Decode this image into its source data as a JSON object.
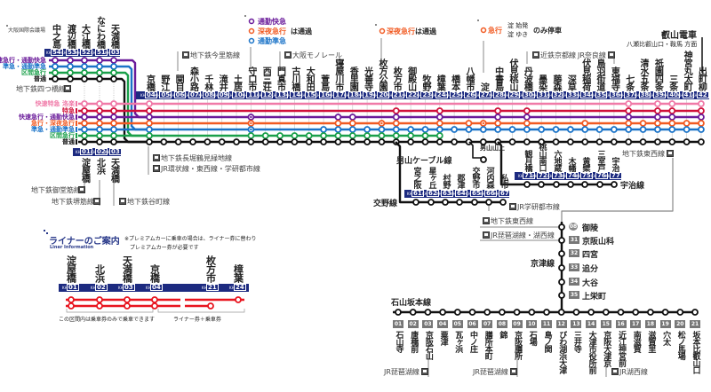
{
  "main_line": {
    "prefix": "KH",
    "stations": [
      {
        "no": "01",
        "name": "淀屋橋"
      },
      {
        "no": "02",
        "name": "北浜"
      },
      {
        "no": "03",
        "name": "天満橋"
      },
      {
        "no": "04",
        "name": "京橋"
      },
      {
        "no": "05",
        "name": "野江"
      },
      {
        "no": "06",
        "name": "関目"
      },
      {
        "no": "07",
        "name": "森小路"
      },
      {
        "no": "08",
        "name": "千林"
      },
      {
        "no": "09",
        "name": "滝井"
      },
      {
        "no": "10",
        "name": "土居"
      },
      {
        "no": "11",
        "name": "守口市"
      },
      {
        "no": "12",
        "name": "西三荘"
      },
      {
        "no": "13",
        "name": "門真市"
      },
      {
        "no": "14",
        "name": "古川橋"
      },
      {
        "no": "15",
        "name": "大和田"
      },
      {
        "no": "16",
        "name": "萱島"
      },
      {
        "no": "17",
        "name": "寝屋川市"
      },
      {
        "no": "18",
        "name": "香里園"
      },
      {
        "no": "19",
        "name": "光善寺"
      },
      {
        "no": "20",
        "name": "枚方公園"
      },
      {
        "no": "21",
        "name": "枚方市"
      },
      {
        "no": "22",
        "name": "御殿山"
      },
      {
        "no": "23",
        "name": "牧野"
      },
      {
        "no": "24",
        "name": "樟葉"
      },
      {
        "no": "25",
        "name": "橋本"
      },
      {
        "no": "26",
        "name": "八幡市"
      },
      {
        "no": "27",
        "name": "淀"
      },
      {
        "no": "28",
        "name": "中書島"
      },
      {
        "no": "29",
        "name": "伏見桃山"
      },
      {
        "no": "30",
        "name": "丹波橋"
      },
      {
        "no": "31",
        "name": "墨染"
      },
      {
        "no": "32",
        "name": "藤森"
      },
      {
        "no": "33",
        "name": "深草"
      },
      {
        "no": "34",
        "name": "伏見稲荷"
      },
      {
        "no": "35",
        "name": "鳥羽街道"
      },
      {
        "no": "36",
        "name": "東福寺"
      },
      {
        "no": "37",
        "name": "七条"
      },
      {
        "no": "38",
        "name": "清水五条"
      },
      {
        "no": "39",
        "name": "祇園四条"
      },
      {
        "no": "40",
        "name": "三条"
      },
      {
        "no": "41",
        "name": "神宮丸太町"
      },
      {
        "no": "42",
        "name": "出町柳"
      }
    ]
  },
  "nakanoshima_line": {
    "stations": [
      {
        "no": "54",
        "name": "中之島"
      },
      {
        "no": "53",
        "name": "渡辺橋"
      },
      {
        "no": "52",
        "name": "大江橋"
      },
      {
        "no": "51",
        "name": "なにわ橋"
      },
      {
        "no": "03",
        "name": "天満橋"
      }
    ],
    "legend": [
      "快速急行・通勤快急",
      "準急・通勤準急",
      "区間急行",
      "普通"
    ]
  },
  "train_types": [
    {
      "label": "快速特急 洛楽",
      "color": "#f07aa8",
      "stops": [
        1,
        2,
        3,
        4,
        37,
        39,
        40,
        42
      ],
      "markers": []
    },
    {
      "label": "特急",
      "color": "#d0103a",
      "stops": [
        1,
        2,
        3,
        4,
        21,
        24,
        28,
        30,
        37,
        39,
        40,
        42
      ],
      "markers": []
    },
    {
      "label": "快速急行・通勤快急",
      "color": "#6a1b9a",
      "stops": [
        1,
        2,
        3,
        4,
        11,
        17,
        18,
        21,
        24,
        28,
        30,
        37,
        39,
        40,
        42
      ],
      "markers": [
        11
      ]
    },
    {
      "label": "急行・深夜急行",
      "color": "#f15a22",
      "stops": [
        1,
        2,
        3,
        4,
        11,
        17,
        18,
        20,
        21,
        24,
        26,
        27,
        28,
        30,
        34,
        37,
        38,
        39,
        40,
        41,
        42
      ],
      "markers": [
        11,
        20,
        27
      ]
    },
    {
      "label": "準急・通勤準急",
      "color": "#1a73c8",
      "stops": [
        1,
        2,
        3,
        4,
        11,
        16,
        17,
        18,
        19,
        20,
        21,
        22,
        23,
        24,
        25,
        26,
        27,
        28,
        29,
        30,
        31,
        32,
        33,
        34,
        35,
        36,
        37,
        38,
        39,
        40,
        41,
        42
      ],
      "markers": [
        11
      ]
    },
    {
      "label": "区間急行",
      "color": "#1aa04a",
      "stops": [
        1,
        2,
        3,
        4,
        11,
        12,
        13,
        14,
        15,
        16,
        17,
        18,
        19,
        20,
        21,
        22,
        23,
        24
      ],
      "markers": []
    },
    {
      "label": "普通",
      "color": "#111111",
      "stops": [
        1,
        2,
        3,
        4,
        5,
        6,
        7,
        8,
        9,
        10,
        11,
        12,
        13,
        14,
        15,
        16,
        17,
        18,
        19,
        20,
        21,
        22,
        23,
        24,
        25,
        26,
        27,
        28,
        29,
        30,
        31,
        32,
        33,
        34,
        35,
        36,
        37,
        38,
        39,
        40,
        41,
        42
      ],
      "markers": []
    }
  ],
  "notes": {
    "box1": {
      "lines": [
        "通勤快急",
        "深夜急行",
        "通勤準急"
      ],
      "suffix": "は通過"
    },
    "box2": {
      "type": "深夜急行",
      "suffix": "は通過"
    },
    "box3": {
      "type": "急行",
      "a": "淀 始発",
      "b": "淀 ゆき",
      "suffix": "のみ停車"
    }
  },
  "connections": {
    "kokusai": "大阪国際会議場",
    "imazato": "地下鉄今里筋線",
    "monorail": "大阪モノレール",
    "kintetsu": "近鉄京都線",
    "jrnara": "JR奈良線",
    "eizan": "叡山電車",
    "eizan_dest": "八瀬比叡山口・鞍馬 方面",
    "yotsubashi": "地下鉄四つ橋線",
    "nagahori": "地下鉄長堀鶴見緑地線",
    "jrloop": "JR環状線・東西線・学研都市線",
    "midosuji": "地下鉄御堂筋線",
    "sakaisuji": "地下鉄堺筋線",
    "tanimachi": "地下鉄谷町線",
    "tozai1": "地下鉄東西線",
    "gakken": "JR学研都市線",
    "tozai2": "地下鉄東西線",
    "biwako_kosei": "JR琵琶湖線・湖西線",
    "biwako1": "JR琵琶湖線",
    "biwako2": "JR琵琶湖線",
    "kosei": "JR湖西線"
  },
  "katano_line": {
    "name": "交野線",
    "stations": [
      {
        "no": "61",
        "name": "宮之阪"
      },
      {
        "no": "62",
        "name": "星ヶ丘"
      },
      {
        "no": "63",
        "name": "村野"
      },
      {
        "no": "64",
        "name": "郡津"
      },
      {
        "no": "65",
        "name": "交野市"
      },
      {
        "no": "66",
        "name": "河内森"
      },
      {
        "no": "67",
        "name": "私市"
      }
    ]
  },
  "cable_line": {
    "name": "男山ケーブル線",
    "station": "男山山上"
  },
  "uji_line": {
    "name": "宇治線",
    "stations": [
      {
        "no": "71",
        "name": "観月橋"
      },
      {
        "no": "72",
        "name": "桃山南口"
      },
      {
        "no": "73",
        "name": "六地蔵"
      },
      {
        "no": "74",
        "name": "木幡"
      },
      {
        "no": "75",
        "name": "黄檗"
      },
      {
        "no": "76",
        "name": "三室戸"
      },
      {
        "no": "77",
        "name": "宇治"
      }
    ]
  },
  "keishin_line": {
    "name": "京津線",
    "stations": [
      {
        "no": "08",
        "name": "御陵"
      },
      {
        "no": "31",
        "name": "京阪山科"
      },
      {
        "no": "32",
        "name": "四宮"
      },
      {
        "no": "33",
        "name": "追分"
      },
      {
        "no": "34",
        "name": "大谷"
      },
      {
        "no": "35",
        "name": "上栄町"
      }
    ]
  },
  "ishiyama_line": {
    "name": "石山坂本線",
    "stations": [
      {
        "no": "01",
        "name": "石山寺"
      },
      {
        "no": "02",
        "name": "唐橋前"
      },
      {
        "no": "03",
        "name": "京阪石山"
      },
      {
        "no": "04",
        "name": "粟津"
      },
      {
        "no": "05",
        "name": "瓦ヶ浜"
      },
      {
        "no": "06",
        "name": "中ノ庄"
      },
      {
        "no": "07",
        "name": "膳所本町"
      },
      {
        "no": "08",
        "name": "錦"
      },
      {
        "no": "09",
        "name": "京阪膳所"
      },
      {
        "no": "10",
        "name": "石場"
      },
      {
        "no": "11",
        "name": "島ノ関"
      },
      {
        "no": "12",
        "name": "びわ湖浜大津"
      },
      {
        "no": "13",
        "name": "三井寺"
      },
      {
        "no": "14",
        "name": "大津市役所前"
      },
      {
        "no": "15",
        "name": "京阪大津京"
      },
      {
        "no": "16",
        "name": "近江神宮前"
      },
      {
        "no": "17",
        "name": "南滋賀"
      },
      {
        "no": "18",
        "name": "滋賀里"
      },
      {
        "no": "19",
        "name": "穴太"
      },
      {
        "no": "20",
        "name": "松ノ馬場"
      },
      {
        "no": "21",
        "name": "坂本比叡山口"
      }
    ]
  },
  "liner": {
    "title": "ライナーのご案内",
    "subtitle": "Liner Information",
    "note": [
      "※プレミアムカーに乗車の場合は、ライナー券に替わり",
      "プレミアムカー券が必要です"
    ],
    "stations": [
      {
        "no": "01",
        "name": "淀屋橋"
      },
      {
        "no": "02",
        "name": "北浜"
      },
      {
        "no": "03",
        "name": "天満橋"
      },
      {
        "no": "04",
        "name": "京橋"
      },
      {
        "no": "21",
        "name": "枚方市"
      },
      {
        "no": "24",
        "name": "樟葉"
      }
    ],
    "free_section": "この区間内は乗車券のみで乗車できます",
    "paid_section": "ライナー券＋乗車券",
    "color": "#e8141e"
  }
}
